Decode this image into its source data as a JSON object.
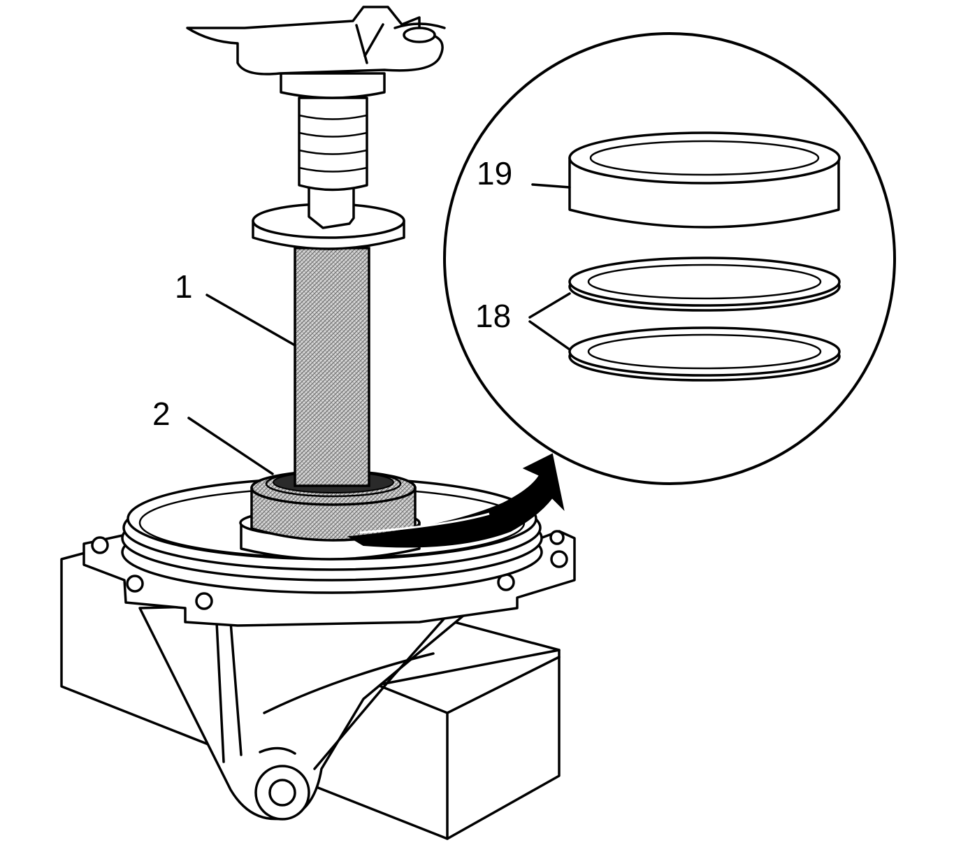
{
  "callouts": {
    "c1": "1",
    "c2": "2",
    "c18": "18",
    "c19": "19"
  }
}
